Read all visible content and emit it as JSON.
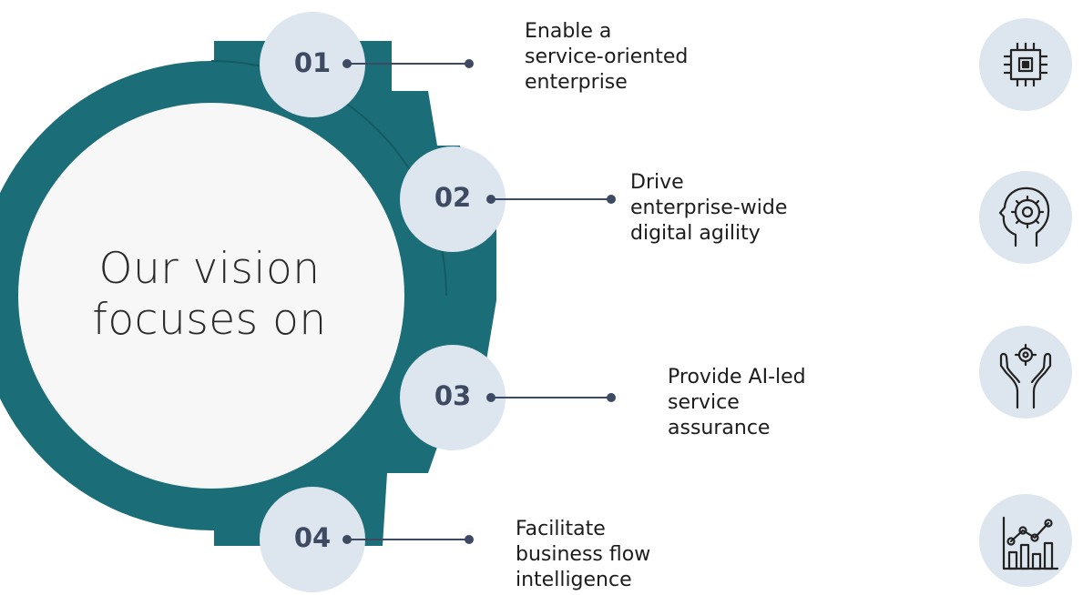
{
  "title": "Our vision focuses on",
  "items": [
    {
      "number": "01",
      "text": "Enable a\nservice-oriented\nenterprise",
      "icon": "chip-icon"
    },
    {
      "number": "02",
      "text": "Drive\nenterprise-wide\ndigital agility",
      "icon": "head-gear-icon"
    },
    {
      "number": "03",
      "text": "Provide AI-led\nservice\nassurance",
      "icon": "hands-gear-icon"
    },
    {
      "number": "04",
      "text": "Facilitate\nbusiness flow\nintelligence",
      "icon": "growth-chart-icon"
    }
  ],
  "colors": {
    "teal": "#1b6e78",
    "teal_dark": "#155a62",
    "circle_light": "#dde5ee",
    "number_text": "#3e4a62"
  }
}
